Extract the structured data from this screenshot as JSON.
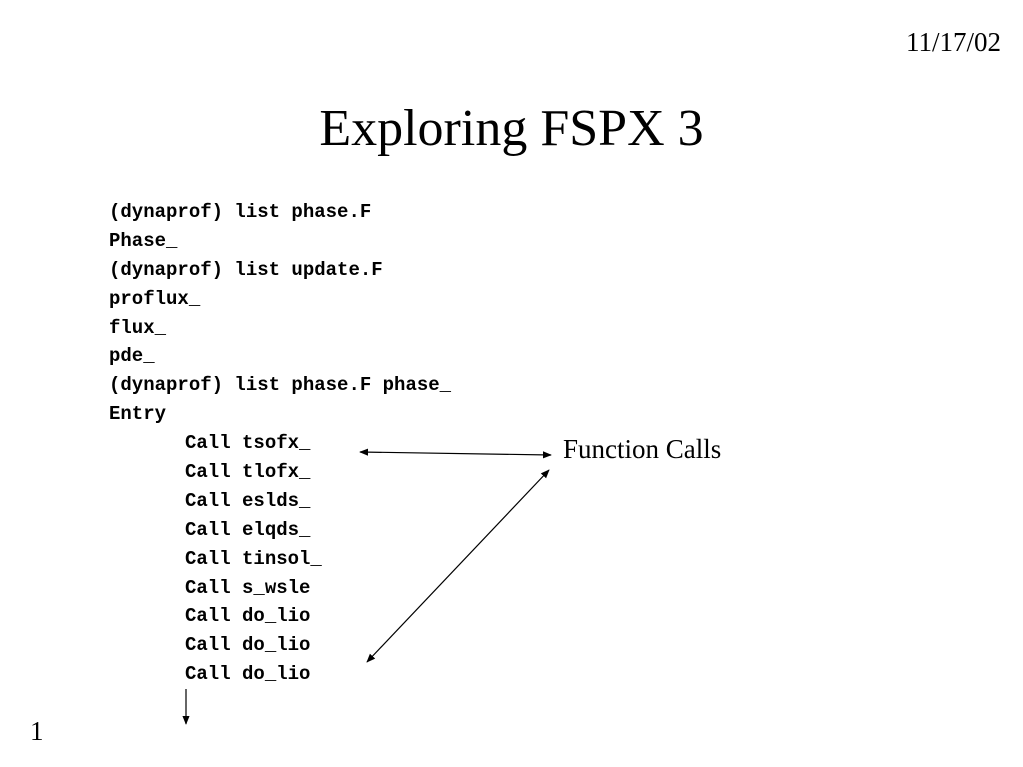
{
  "slide": {
    "date": "11/17/02",
    "title": "Exploring FSPX 3",
    "slide_number": "1",
    "annotation": "Function Calls"
  },
  "code_lines": [
    {
      "text": "(dynaprof) list phase.F",
      "indent": false
    },
    {
      "text": "Phase_",
      "indent": false
    },
    {
      "text": "(dynaprof) list update.F",
      "indent": false
    },
    {
      "text": "proflux_",
      "indent": false
    },
    {
      "text": "flux_",
      "indent": false
    },
    {
      "text": "pde_",
      "indent": false
    },
    {
      "text": "(dynaprof) list phase.F phase_",
      "indent": false
    },
    {
      "text": "Entry",
      "indent": false
    },
    {
      "text": "Call tsofx_",
      "indent": true
    },
    {
      "text": "Call tlofx_",
      "indent": true
    },
    {
      "text": "Call eslds_",
      "indent": true
    },
    {
      "text": "Call elqds_",
      "indent": true
    },
    {
      "text": "Call tinsol_",
      "indent": true
    },
    {
      "text": "Call s_wsle",
      "indent": true
    },
    {
      "text": "Call do_lio",
      "indent": true
    },
    {
      "text": "Call do_lio",
      "indent": true
    },
    {
      "text": "Call do_lio",
      "indent": true
    }
  ]
}
